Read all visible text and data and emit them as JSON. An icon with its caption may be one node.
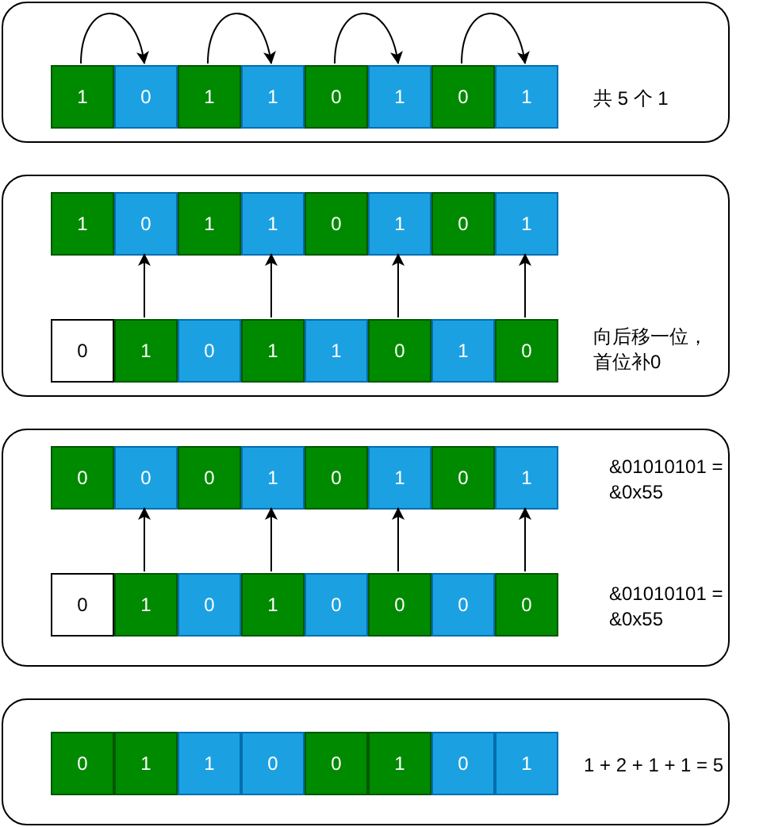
{
  "diagram": {
    "nodes": [
      {
        "text": [
          "共 5 个 1"
        ]
      },
      {
        "text": [
          "1"
        ],
        "in": 0
      },
      {
        "text": [
          "0"
        ],
        "in": 0
      },
      {
        "text": [
          "1"
        ],
        "in": 0
      },
      {
        "text": [
          "1"
        ],
        "in": 0
      },
      {
        "text": [
          "0"
        ],
        "in": 0
      },
      {
        "text": [
          "1"
        ],
        "in": 0
      },
      {
        "text": [
          "0"
        ],
        "in": 0
      },
      {
        "text": [
          "1"
        ],
        "in": 0
      },
      {
        "text": [
          "向后移一位，首位补0"
        ]
      },
      {
        "text": [
          "1"
        ],
        "in": 9
      },
      {
        "text": [
          "0"
        ],
        "in": 9
      },
      {
        "text": [
          "1"
        ],
        "in": 9
      },
      {
        "text": [
          "1"
        ],
        "in": 9
      },
      {
        "text": [
          "0"
        ],
        "in": 9
      },
      {
        "text": [
          "1"
        ],
        "in": 9
      },
      {
        "text": [
          "0"
        ],
        "in": 9
      },
      {
        "text": [
          "1"
        ],
        "in": 9
      },
      {
        "text": [
          "0"
        ],
        "in": 9
      },
      {
        "text": [
          "1"
        ],
        "in": 9
      },
      {
        "text": [
          "0"
        ],
        "in": 9
      },
      {
        "text": [
          "1"
        ],
        "in": 9
      },
      {
        "text": [
          "1"
        ],
        "in": 9
      },
      {
        "text": [
          "0"
        ],
        "in": 9
      },
      {
        "text": [
          "1"
        ],
        "in": 9
      },
      {
        "text": [
          "0"
        ],
        "in": 9
      },
      {
        "text": [
          "&01010101 = &0x55",
          "&01010101 = &0x55"
        ]
      },
      {
        "text": [
          "0"
        ],
        "in": 26
      },
      {
        "text": [
          "0"
        ],
        "in": 26
      },
      {
        "text": [
          "0"
        ],
        "in": 26
      },
      {
        "text": [
          "1"
        ],
        "in": 26
      },
      {
        "text": [
          "0"
        ],
        "in": 26
      },
      {
        "text": [
          "1"
        ],
        "in": 26
      },
      {
        "text": [
          "0"
        ],
        "in": 26
      },
      {
        "text": [
          "1"
        ],
        "in": 26
      },
      {
        "text": [
          "0"
        ],
        "in": 26
      },
      {
        "text": [
          "1"
        ],
        "in": 26
      },
      {
        "text": [
          "0"
        ],
        "in": 26
      },
      {
        "text": [
          "1"
        ],
        "in": 26
      },
      {
        "text": [
          "0"
        ],
        "in": 26
      },
      {
        "text": [
          "0"
        ],
        "in": 26
      },
      {
        "text": [
          "0"
        ],
        "in": 26
      },
      {
        "text": [
          "0"
        ],
        "in": 26
      },
      {
        "text": [
          "1 + 2 + 1 + 1 = 5"
        ]
      },
      {
        "text": [
          "0"
        ],
        "in": 43
      },
      {
        "text": [
          "1"
        ],
        "in": 43
      },
      {
        "text": [
          "1"
        ],
        "in": 43
      },
      {
        "text": [
          "0"
        ],
        "in": 43
      },
      {
        "text": [
          "0"
        ],
        "in": 43
      },
      {
        "text": [
          "1"
        ],
        "in": 43
      },
      {
        "text": [
          "0"
        ],
        "in": 43
      },
      {
        "text": [
          "1"
        ],
        "in": 43
      }
    ],
    "edges": [
      {
        "from": 1,
        "to": 2,
        "arrow": "to"
      },
      {
        "from": 3,
        "to": 4,
        "arrow": "to"
      },
      {
        "from": 5,
        "to": 6,
        "arrow": "to"
      },
      {
        "from": 7,
        "to": 8,
        "arrow": "to"
      },
      {
        "from": 19,
        "to": 11,
        "arrow": "to"
      },
      {
        "from": 21,
        "to": 13,
        "arrow": "to"
      },
      {
        "from": 23,
        "to": 15,
        "arrow": "to"
      },
      {
        "from": 25,
        "to": 17,
        "arrow": "to"
      },
      {
        "from": 36,
        "to": 28,
        "arrow": "to"
      },
      {
        "from": 38,
        "to": 30,
        "arrow": "to"
      },
      {
        "from": 40,
        "to": 32,
        "arrow": "to"
      },
      {
        "from": 42,
        "to": 34,
        "arrow": "to"
      }
    ]
  }
}
